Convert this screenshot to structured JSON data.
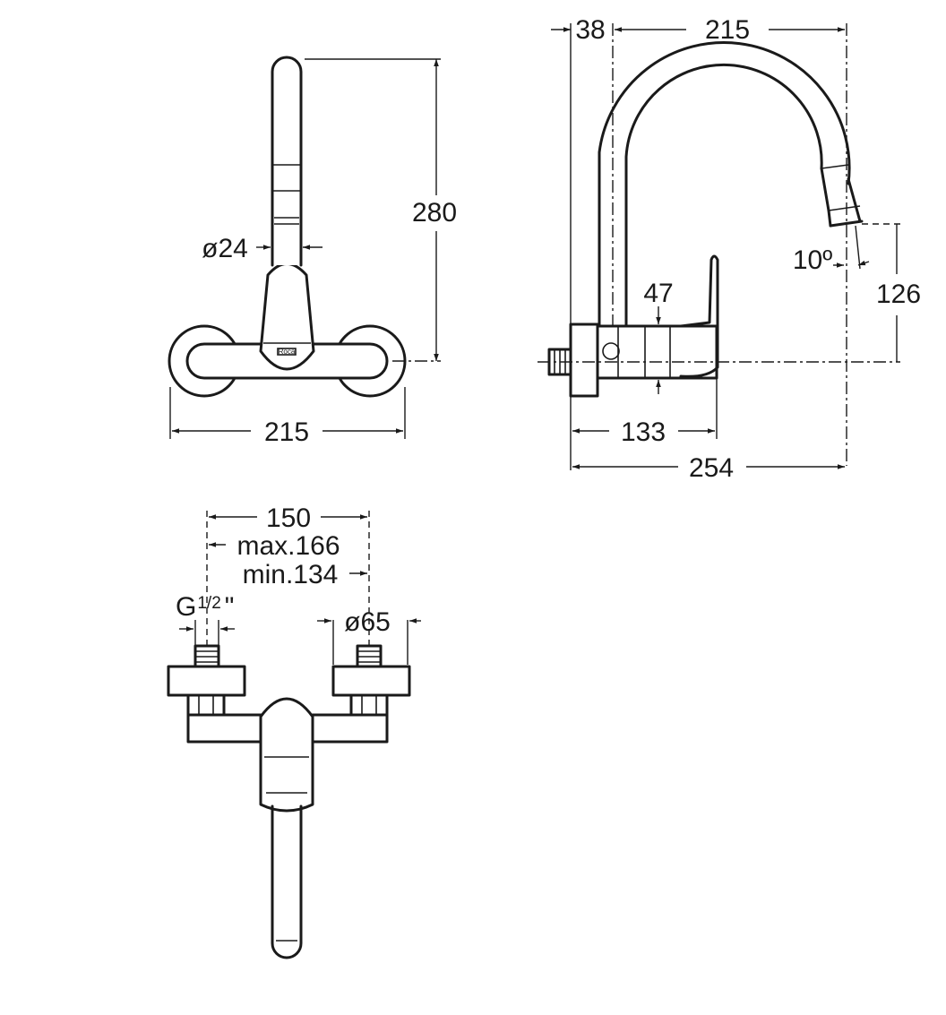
{
  "front_view": {
    "diameter_spout": "ø24",
    "height": "280",
    "width": "215",
    "brand_mark": "Roca"
  },
  "side_view": {
    "offset": "38",
    "reach": "215",
    "spout_angle": "10º",
    "spout_height": "126",
    "handle": "47",
    "body_depth": "133",
    "total_depth": "254"
  },
  "top_view": {
    "centers": "150",
    "max_centers": "max.166",
    "min_centers": "min.134",
    "thread_main": "G",
    "thread_fraction": "1/2",
    "thread_unit": "\"",
    "diameter_flange": "ø65"
  }
}
